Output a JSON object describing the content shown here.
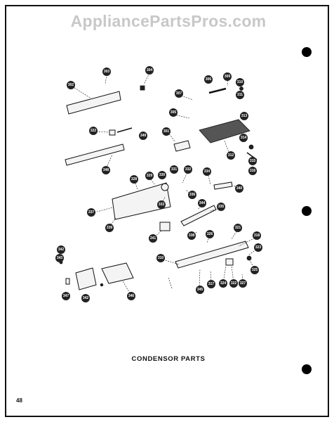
{
  "watermark": "AppliancePartsPros.com",
  "caption": "CONDENSOR PARTS",
  "page_number": "48",
  "callouts": [
    "303",
    "304",
    "302",
    "306",
    "309",
    "310",
    "307",
    "311",
    "305",
    "313",
    "301",
    "322",
    "349",
    "314",
    "312",
    "315",
    "316",
    "348",
    "329",
    "330",
    "331",
    "332",
    "334",
    "340",
    "328",
    "333",
    "336",
    "337",
    "335",
    "344",
    "339",
    "341",
    "338",
    "321",
    "318",
    "342",
    "343",
    "323",
    "326",
    "310",
    "325",
    "317",
    "324",
    "322",
    "327",
    "345",
    "346",
    "347",
    "342"
  ]
}
